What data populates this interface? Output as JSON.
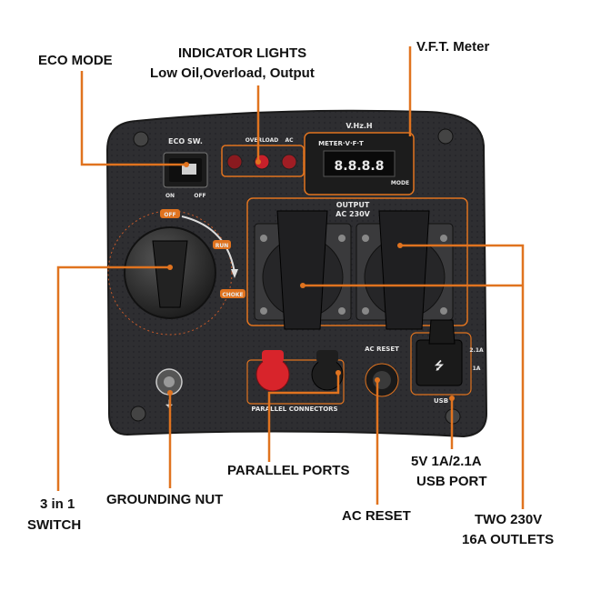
{
  "callouts": {
    "eco_mode": "ECO MODE",
    "indicator_title": "INDICATOR LIGHTS",
    "indicator_sub": "Low Oil,Overload, Output",
    "vft_meter": "V.F.T. Meter",
    "switch_line1": "3 in 1",
    "switch_line2": "SWITCH",
    "grounding_nut": "GROUNDING NUT",
    "parallel_ports": "PARALLEL PORTS",
    "usb_line1": "5V 1A/2.1A",
    "usb_line2": "USB PORT",
    "ac_reset": "AC RESET",
    "outlets_line1": "TWO 230V",
    "outlets_line2": "16A OUTLETS"
  },
  "panel_labels": {
    "eco_sw": "ECO SW.",
    "on": "ON",
    "off": "OFF",
    "overload": "OVERLOAD",
    "ac": "AC",
    "vhzh": "V.Hz.H",
    "meter": "METER·V·F·T",
    "mode": "MODE",
    "output": "OUTPUT",
    "ac230": "AC 230V",
    "dial_off": "OFF",
    "dial_run": "RUN",
    "dial_choke": "CHOKE",
    "ac_reset": "AC RESET",
    "parallel_connectors": "PARALLEL CONNECTORS",
    "usb": "USB",
    "usb_21a": "2.1A",
    "usb_1a": "1A",
    "display": "8.8.8.8"
  },
  "colors": {
    "panel": "#2b2b2d",
    "accent_orange": "#e0731f",
    "leader_line": "#e0731f",
    "indicator_red": "#c8202a",
    "parallel_red": "#d8242b"
  }
}
